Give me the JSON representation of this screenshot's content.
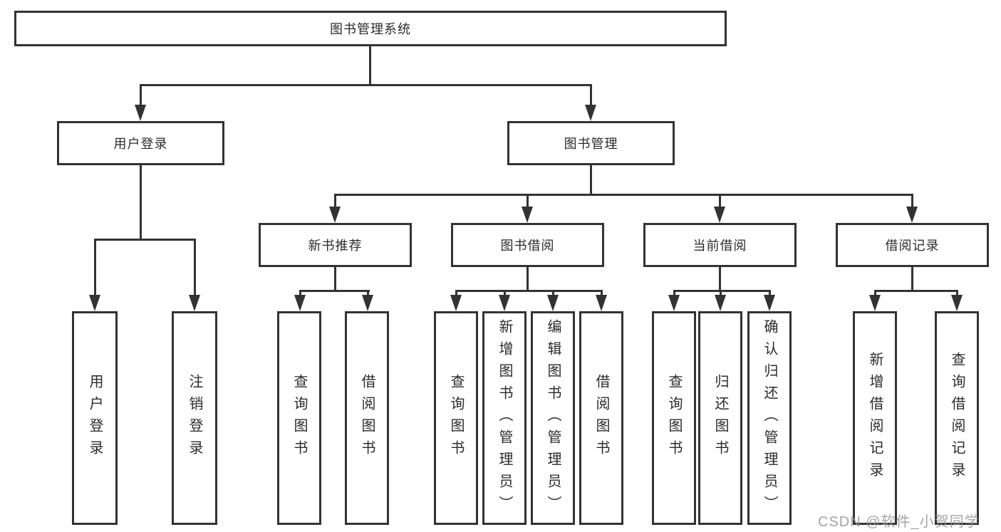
{
  "diagram": {
    "root": {
      "label": "图书管理系统"
    },
    "branches": [
      {
        "label": "用户登录",
        "children": [
          {
            "label": "用户登录"
          },
          {
            "label": "注销登录"
          }
        ]
      },
      {
        "label": "图书管理",
        "sections": [
          {
            "label": "新书推荐",
            "children": [
              {
                "label": "查询图书"
              },
              {
                "label": "借阅图书"
              }
            ]
          },
          {
            "label": "图书借阅",
            "children": [
              {
                "label": "查询图书"
              },
              {
                "label": "新增图书（管理员）"
              },
              {
                "label": "编辑图书（管理员）"
              },
              {
                "label": "借阅图书"
              }
            ]
          },
          {
            "label": "当前借阅",
            "children": [
              {
                "label": "查询图书"
              },
              {
                "label": "归还图书"
              },
              {
                "label": "确认归还（管理员）"
              }
            ]
          },
          {
            "label": "借阅记录",
            "children": [
              {
                "label": "新增借阅记录"
              },
              {
                "label": "查询借阅记录"
              }
            ]
          }
        ]
      }
    ]
  },
  "watermark": {
    "text": "CSDN @软件_小贺同学"
  },
  "colors": {
    "line": "#333333",
    "text": "#2b2b2b",
    "watermark": "#949494",
    "background": "#ffffff"
  }
}
